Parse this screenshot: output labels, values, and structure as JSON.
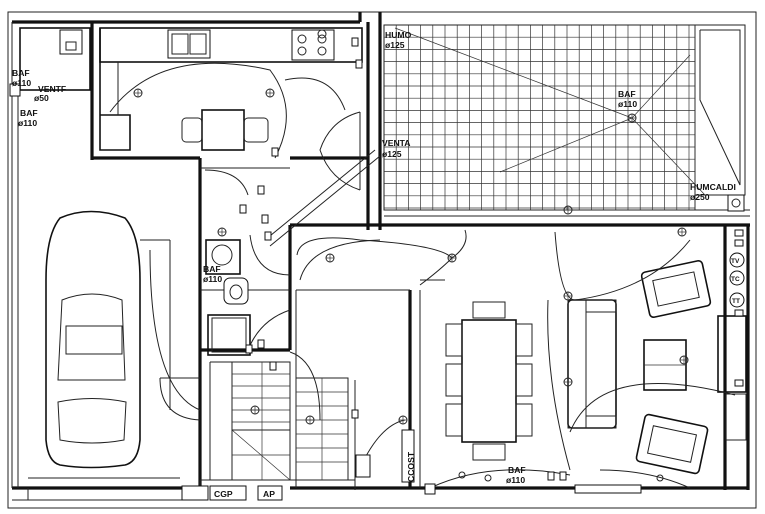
{
  "labels": {
    "baf_left": "BAF",
    "baf_left_size": "ø110",
    "ventf": "VENTF",
    "ventf_size": "ø50",
    "baf_left2": "BAF",
    "baf_left2_size": "ø110",
    "humo": "HUMO",
    "humo_size": "ø125",
    "baf_patio": "BAF",
    "baf_patio_size": "ø110",
    "venta": "VENTA",
    "venta_size": "ø125",
    "humcaldi": "HUMCALDI",
    "humcaldi_size": "ø250",
    "baf_bath": "BAF",
    "baf_bath_size": "ø110",
    "baf_bottom": "BAF",
    "baf_bottom_size": "ø110",
    "ccost": "CCOST",
    "cgp": "CGP",
    "ap": "AP",
    "tv": "TV",
    "tc": "TC",
    "tt": "TT"
  },
  "colors": {
    "line": "#111111",
    "paper": "#ffffff"
  }
}
